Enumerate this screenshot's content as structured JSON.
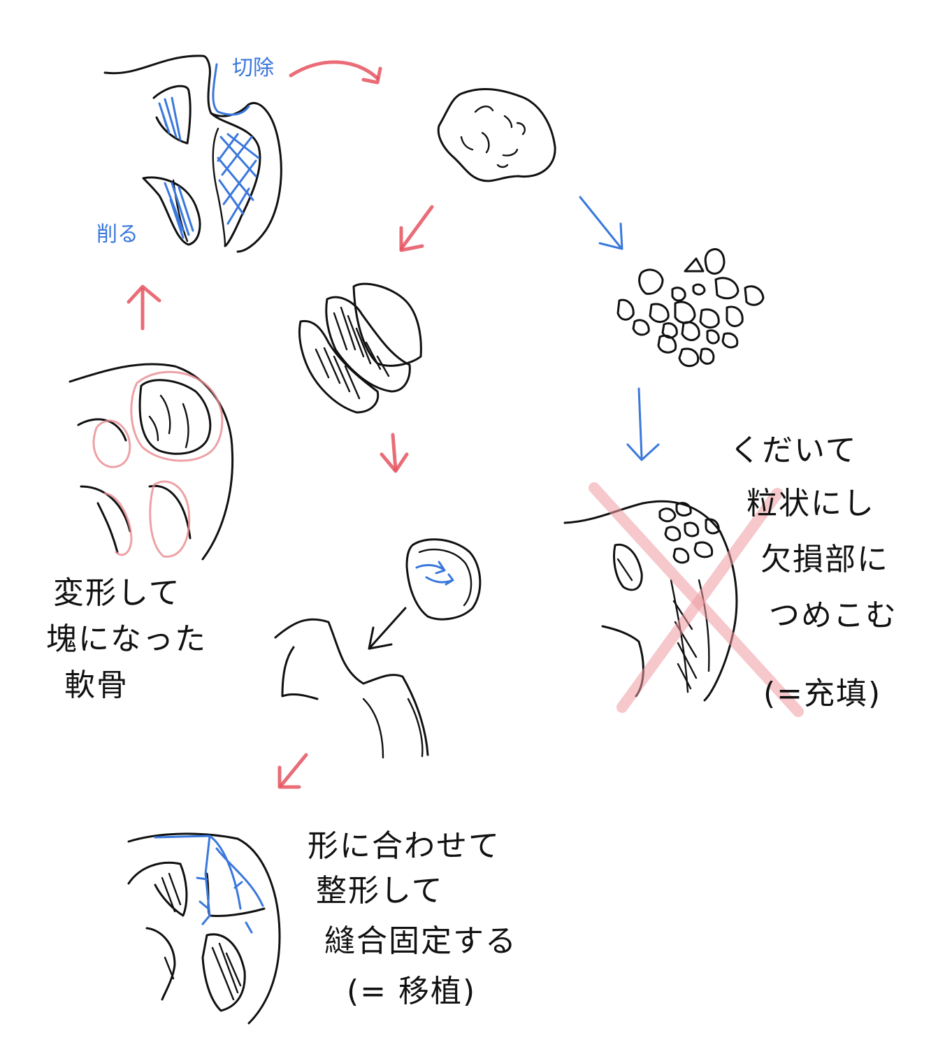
{
  "labels": {
    "cut": "切除",
    "shave": "削る",
    "left_note": [
      "変形して",
      "塊になった",
      "軟骨"
    ],
    "right_note": [
      "くだいて",
      "粒状にし",
      "欠損部に",
      "つめこむ",
      "(=充填)"
    ],
    "bottom_note": [
      "形に合わせて",
      "整形して",
      "縫合固定する",
      "(= 移植)"
    ]
  },
  "colors": {
    "ink": "#111111",
    "blue": "#3a78dc",
    "red": "#e5525f",
    "pink": "#ee9aa0"
  }
}
